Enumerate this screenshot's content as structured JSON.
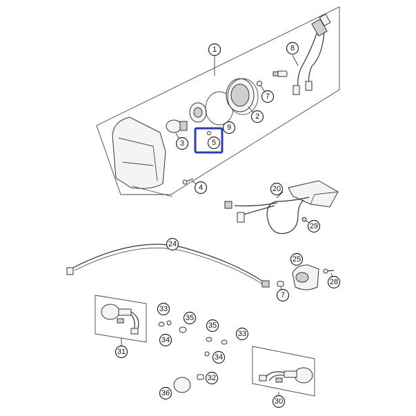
{
  "callouts": [
    {
      "id": "c1",
      "label": "1"
    },
    {
      "id": "c2",
      "label": "2"
    },
    {
      "id": "c3",
      "label": "3"
    },
    {
      "id": "c4",
      "label": "4"
    },
    {
      "id": "c5",
      "label": "5"
    },
    {
      "id": "c7a",
      "label": "7"
    },
    {
      "id": "c7b",
      "label": "7"
    },
    {
      "id": "c8",
      "label": "8"
    },
    {
      "id": "c9",
      "label": "9"
    },
    {
      "id": "c20",
      "label": "20"
    },
    {
      "id": "c24",
      "label": "24"
    },
    {
      "id": "c25",
      "label": "25"
    },
    {
      "id": "c28",
      "label": "28"
    },
    {
      "id": "c29",
      "label": "29"
    },
    {
      "id": "c30",
      "label": "30"
    },
    {
      "id": "c31",
      "label": "31"
    },
    {
      "id": "c32",
      "label": "32"
    },
    {
      "id": "c33a",
      "label": "33"
    },
    {
      "id": "c33b",
      "label": "33"
    },
    {
      "id": "c34a",
      "label": "34"
    },
    {
      "id": "c34b",
      "label": "34"
    },
    {
      "id": "c35a",
      "label": "35"
    },
    {
      "id": "c35b",
      "label": "35"
    },
    {
      "id": "c36",
      "label": "36"
    }
  ],
  "highlight": {
    "color": "#2a3cb8",
    "target": "5"
  }
}
